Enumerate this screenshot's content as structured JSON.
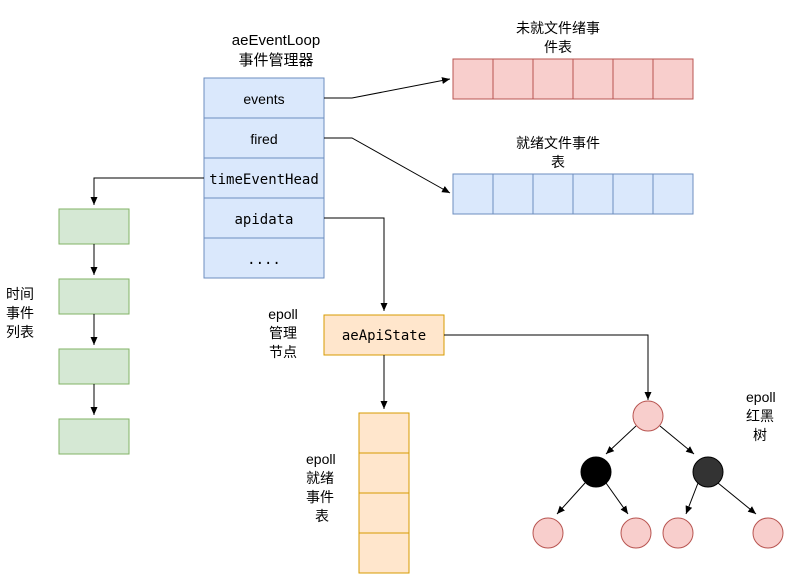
{
  "event_loop": {
    "title_line1": "aeEventLoop",
    "title_line2": "事件管理器",
    "fields": [
      "events",
      "fired",
      "timeEventHead",
      "apidata",
      "...."
    ]
  },
  "registered_events": {
    "label_line1": "未就文件绪事",
    "label_line2": "件表",
    "cell_count": 6
  },
  "fired_events": {
    "label_line1": "就绪文件事件",
    "label_line2": "表",
    "cell_count": 6
  },
  "time_events": {
    "label_lines": [
      "时间",
      "事件",
      "列表"
    ],
    "node_count": 4
  },
  "api_state": {
    "node_label": "aeApiState",
    "label_lines": [
      "epoll",
      "管理",
      "节点"
    ]
  },
  "epoll_ready": {
    "label_lines": [
      "epoll",
      "就绪",
      "事件",
      "表"
    ],
    "cell_count": 4
  },
  "rb_tree": {
    "label_lines": [
      "epoll",
      "红黑",
      "树"
    ]
  },
  "colors": {
    "pink_fill": "#f8cecc",
    "pink_stroke": "#b85450",
    "blue_fill": "#dae8fc",
    "blue_stroke": "#6c8ebf",
    "green_fill": "#d5e8d4",
    "green_stroke": "#82b366",
    "orange_fill": "#ffe6cc",
    "orange_stroke": "#d79b00"
  }
}
